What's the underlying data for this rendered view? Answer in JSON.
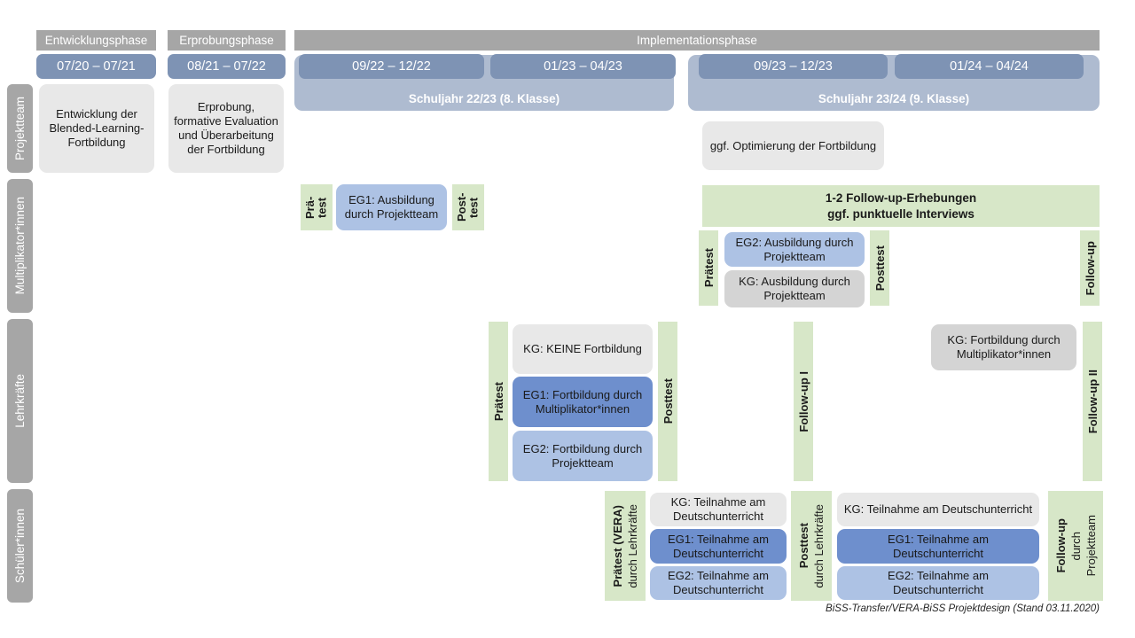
{
  "document": {
    "caption": "BiSS-Transfer/VERA-BiSS Projektdesign (Stand 03.11.2020)"
  },
  "colors": {
    "phase_header": "#a6a6a6",
    "date_pill": "#7e93b4",
    "year_band": "#aebbd0",
    "row_label": "#a6a6a6",
    "green_strip": "#d7e7c8",
    "box_grey": "#e8e8e8",
    "box_grey_dark": "#d4d4d4",
    "box_blue_dark": "#6e8fcd",
    "box_blue_light": "#adc2e4"
  },
  "phases": [
    {
      "label": "Entwicklungsphase"
    },
    {
      "label": "Erprobungsphase"
    },
    {
      "label": "Implementationsphase"
    }
  ],
  "periods": [
    {
      "label": "07/20 – 07/21"
    },
    {
      "label": "08/21 – 07/22"
    },
    {
      "label": "09/22 – 12/22"
    },
    {
      "label": "01/23 – 04/23"
    },
    {
      "label": "09/23 – 12/23"
    },
    {
      "label": "01/24 – 04/24"
    }
  ],
  "school_years": [
    {
      "label": "Schuljahr 22/23 (8. Klasse)"
    },
    {
      "label": "Schuljahr 23/24 (9. Klasse)"
    }
  ],
  "rows": [
    {
      "key": "projektteam",
      "label": "Projektteam"
    },
    {
      "key": "multiplikatorinnen",
      "label": "Multiplikator*innen"
    },
    {
      "key": "lehrkraefte",
      "label": "Lehrkräfte"
    },
    {
      "key": "schuelerinnen",
      "label": "Schüler*innen"
    }
  ],
  "projektteam": {
    "entwicklung": "Entwicklung der Blended-Learning-Fortbildung",
    "erprobung": "Erprobung, formative Evaluation und Überarbeitung der Fortbildung",
    "optimierung": "ggf. Optimierung der Fortbildung"
  },
  "multiplikatorinnen": {
    "praetest_1": "Prä-test",
    "eg1": "EG1: Ausbildung durch Projektteam",
    "posttest_1": "Post-test",
    "followup_banner": "1-2 Follow-up-Erhebungen\nggf. punktuelle Interviews",
    "followup_banner_line1": "1-2 Follow-up-Erhebungen",
    "followup_banner_line2": "ggf. punktuelle Interviews",
    "praetest_2": "Prätest",
    "eg2": "EG2: Ausbildung durch Projektteam",
    "kg": "KG: Ausbildung durch Projektteam",
    "posttest_2": "Posttest",
    "followup": "Follow-up"
  },
  "lehrkraefte": {
    "praetest": "Prätest",
    "kg_keine": "KG:  KEINE Fortbildung",
    "eg1": "EG1: Fortbildung durch Multiplikator*innen",
    "eg2": "EG2: Fortbildung durch Projektteam",
    "posttest": "Posttest",
    "followup_1": "Follow-up I",
    "kg_fortbildung": "KG: Fortbildung durch Multiplikator*innen",
    "followup_2": "Follow-up II"
  },
  "schuelerinnen": {
    "praetest_bold": "Prätest (VERA)",
    "praetest_sub": "durch Lehrkräfte",
    "kg_1": "KG: Teilnahme am Deutschunterricht",
    "eg1_1": "EG1: Teilnahme am Deutschunterricht",
    "eg2_1": "EG2: Teilnahme am Deutschunterricht",
    "posttest_bold": "Posttest",
    "posttest_sub": "durch Lehrkräfte",
    "kg_2": "KG: Teilnahme am Deutschunterricht",
    "eg1_2": "EG1: Teilnahme am Deutschunterricht",
    "eg2_2": "EG2: Teilnahme am Deutschunterricht",
    "followup_bold": "Follow-up",
    "followup_sub1": "durch",
    "followup_sub2": "Projektteam"
  }
}
